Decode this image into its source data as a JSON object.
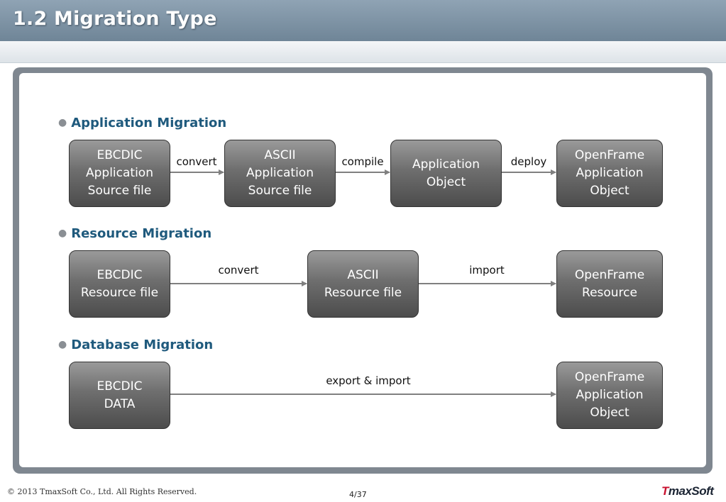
{
  "header": {
    "title": "1.2 Migration Type"
  },
  "sections": {
    "application": {
      "title": "Application Migration",
      "boxes": [
        "EBCDIC\nApplication\nSource file",
        "ASCII\nApplication\nSource file",
        "Application\nObject",
        "OpenFrame\nApplication\nObject"
      ],
      "arrows": [
        "convert",
        "compile",
        "deploy"
      ]
    },
    "resource": {
      "title": "Resource Migration",
      "boxes": [
        "EBCDIC\nResource file",
        "ASCII\nResource file",
        "OpenFrame\nResource"
      ],
      "arrows": [
        "convert",
        "import"
      ]
    },
    "database": {
      "title": "Database Migration",
      "boxes": [
        "EBCDIC\nDATA",
        "OpenFrame\nApplication\nObject"
      ],
      "arrows": [
        "export & import"
      ]
    }
  },
  "footer": {
    "copyright": "© 2013 TmaxSoft Co., Ltd. All Rights Reserved.",
    "page": "4/37",
    "logo_mark": "T",
    "logo_text": "maxSoft"
  },
  "colors": {
    "section_title": "#1f5a7d",
    "box_fill": "#6e6e6e",
    "arrow": "#808080"
  }
}
